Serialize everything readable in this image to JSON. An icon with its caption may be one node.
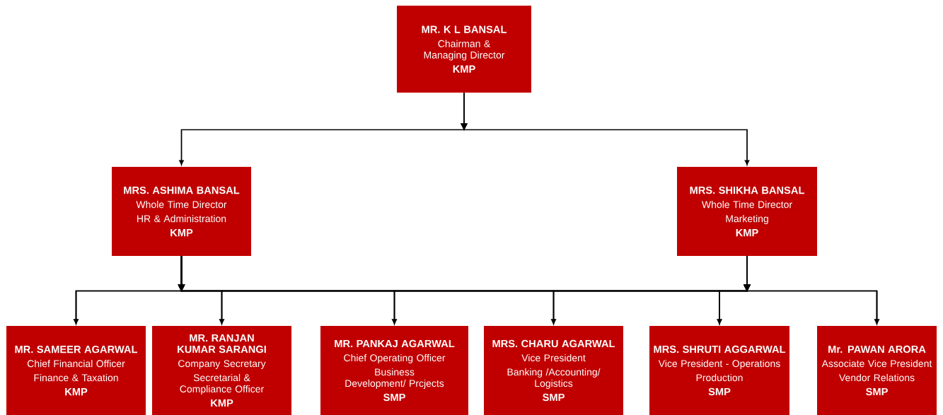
{
  "diagram": {
    "nodes": [
      {
        "text": [
          "MR. K L BANSAL",
          "Chairman & Managing Director",
          "KMP"
        ]
      },
      {
        "text": [
          "MRS. ASHIMA BANSAL",
          "Whole Time Director",
          "HR & Administration",
          "KMP"
        ]
      },
      {
        "text": [
          "MRS. SHIKHA BANSAL",
          "Whole Time Director",
          "Marketing",
          "KMP"
        ]
      },
      {
        "text": [
          "MR. SAMEER AGARWAL",
          "Chief Financial Officer",
          "Finance &  Taxation",
          "KMP"
        ]
      },
      {
        "text": [
          "MR. RANJAN KUMAR SARANGI",
          "Company Secretary",
          "Secretarial & Compliance Officer",
          "KMP"
        ]
      },
      {
        "text": [
          "MR. PANKAJ AGARWAL",
          "Chief Operating Officer",
          "Business Development/ Prcjects",
          "SMP"
        ]
      },
      {
        "text": [
          "MRS. CHARU AGARWAL",
          "Vice President",
          "Banking /Accounting/ Logistics",
          "SMP"
        ]
      },
      {
        "text": [
          "MRS. SHRUTI AGGARWAL",
          "Vice President - Operations",
          "Production",
          "SMP"
        ]
      },
      {
        "text": [
          "Mr. PAWAN ARORA",
          "Associate Vice President",
          "Vendor Relations",
          "SMP"
        ]
      }
    ],
    "edges": [
      {
        "from": 0,
        "to": 1,
        "arrow": "to"
      },
      {
        "from": 0,
        "to": 2,
        "arrow": "to"
      },
      {
        "from": 1,
        "to": 3,
        "arrow": "to"
      },
      {
        "from": 1,
        "to": 4,
        "arrow": "to"
      },
      {
        "from": 1,
        "to": 5,
        "arrow": "to"
      },
      {
        "from": 1,
        "to": 6,
        "arrow": "to"
      },
      {
        "from": 1,
        "to": 7,
        "arrow": "to"
      },
      {
        "from": 1,
        "to": 8,
        "arrow": "to"
      },
      {
        "from": 2,
        "to": 3,
        "arrow": "to"
      },
      {
        "from": 2,
        "to": 4,
        "arrow": "to"
      },
      {
        "from": 2,
        "to": 5,
        "arrow": "to"
      },
      {
        "from": 2,
        "to": 6,
        "arrow": "to"
      },
      {
        "from": 2,
        "to": 7,
        "arrow": "to"
      },
      {
        "from": 2,
        "to": 8,
        "arrow": "to"
      }
    ]
  }
}
